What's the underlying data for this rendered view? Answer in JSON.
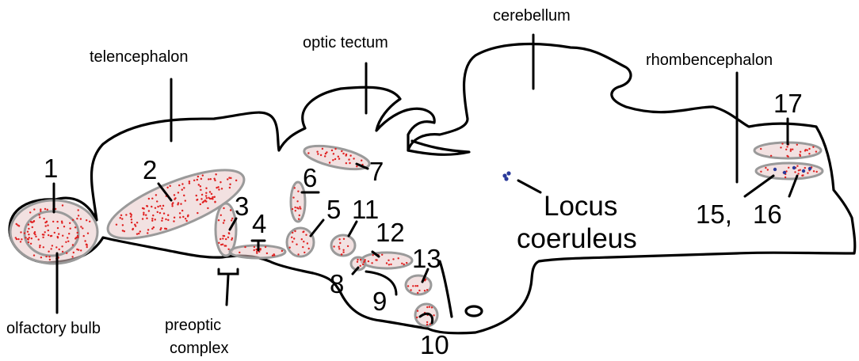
{
  "labels": {
    "telencephalon": "telencephalon",
    "optic_tectum": "optic tectum",
    "cerebellum": "cerebellum",
    "rhombencephalon": "rhombencephalon",
    "olfactory_bulb": "olfactory bulb",
    "preoptic_line1": "preoptic",
    "preoptic_line2": "complex",
    "locus_line1": "Locus",
    "locus_line2": "coeruleus"
  },
  "numbers": {
    "n1": "1",
    "n2": "2",
    "n3": "3",
    "n4": "4",
    "n5": "5",
    "n6": "6",
    "n7": "7",
    "n8": "8",
    "n9": "9",
    "n10": "10",
    "n11": "11",
    "n12": "12",
    "n13": "13",
    "n15_16_a": "15,",
    "n15_16_b": "16",
    "n17": "17"
  },
  "colors": {
    "outline": "#000000",
    "region_fill": "#e8c9c9",
    "region_border": "#9a9a9a",
    "marker_red": "#e02020",
    "marker_blue": "#2a3a9a"
  }
}
